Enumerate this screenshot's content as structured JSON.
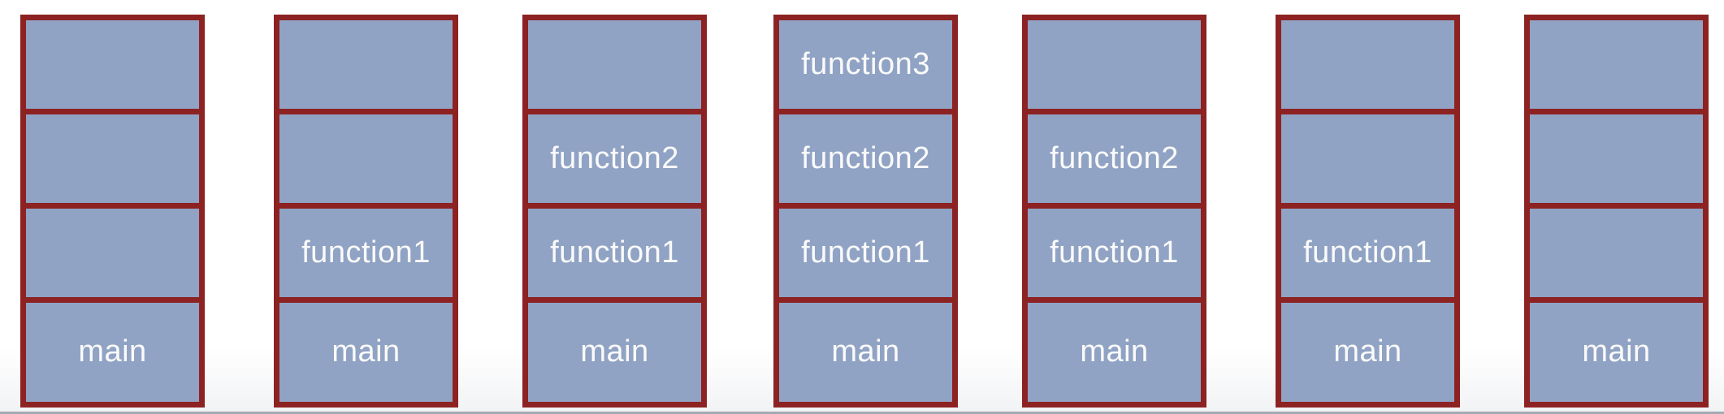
{
  "diagram": {
    "stacks": [
      {
        "cells": [
          "",
          "",
          "",
          "main"
        ]
      },
      {
        "cells": [
          "",
          "",
          "function1",
          "main"
        ]
      },
      {
        "cells": [
          "",
          "function2",
          "function1",
          "main"
        ]
      },
      {
        "cells": [
          "function3",
          "function2",
          "function1",
          "main"
        ]
      },
      {
        "cells": [
          "",
          "function2",
          "function1",
          "main"
        ]
      },
      {
        "cells": [
          "",
          "",
          "function1",
          "main"
        ]
      },
      {
        "cells": [
          "",
          "",
          "",
          "main"
        ]
      }
    ]
  },
  "colors": {
    "frame_fill": "#90A3C4",
    "frame_border": "#8D2222",
    "label_text": "#FAFAFA",
    "bottom_rule": "#A5AAB2",
    "background_fade": "#F2F3F5"
  }
}
